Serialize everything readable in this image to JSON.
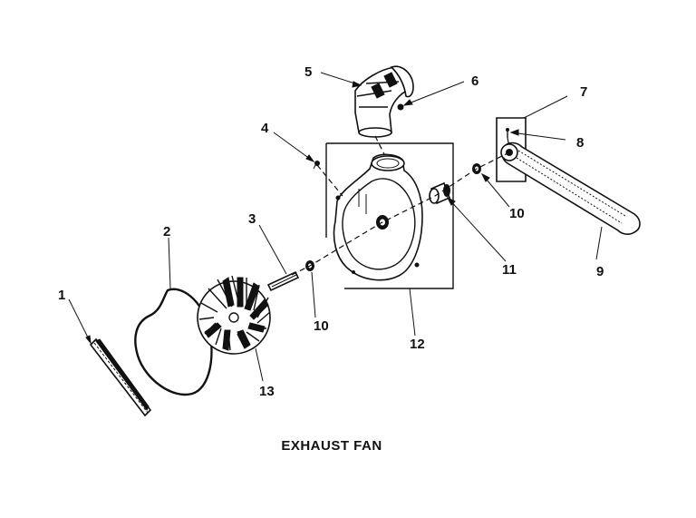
{
  "diagram": {
    "caption": "EXHAUST FAN",
    "callouts": {
      "c1": "1",
      "c2": "2",
      "c3": "3",
      "c4": "4",
      "c5": "5",
      "c6": "6",
      "c7": "7",
      "c8": "8",
      "c9": "9",
      "c10a": "10",
      "c10b": "10",
      "c11": "11",
      "c12": "12",
      "c13": "13"
    },
    "colors": {
      "ink": "#111111",
      "paper": "#ffffff"
    }
  }
}
